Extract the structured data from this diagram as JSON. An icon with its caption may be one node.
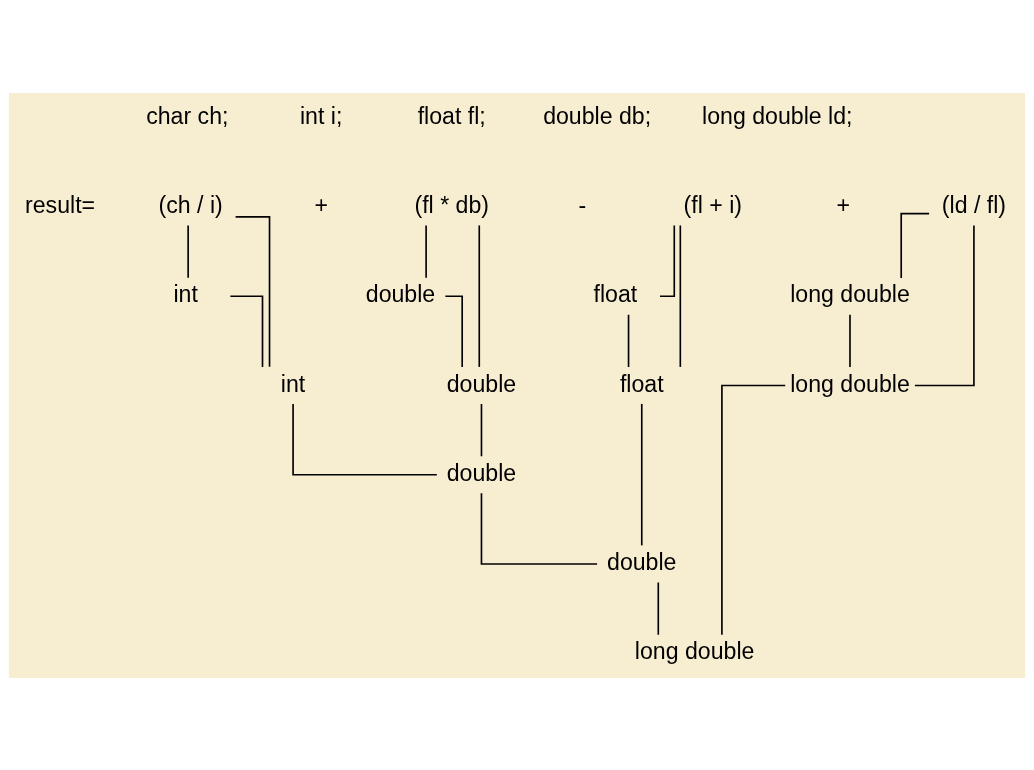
{
  "diagram": {
    "nodes": [
      {
        "text": [
          "(ch / i)"
        ]
      },
      {
        "text": [
          "(fl * db)"
        ]
      },
      {
        "text": [
          "(fl + i)"
        ]
      },
      {
        "text": [
          "(ld / fl)"
        ]
      },
      {
        "text": [
          "int"
        ]
      },
      {
        "text": [
          "double"
        ]
      },
      {
        "text": [
          "float"
        ]
      },
      {
        "text": [
          "long double"
        ]
      },
      {
        "text": [
          "int"
        ]
      },
      {
        "text": [
          "double"
        ]
      },
      {
        "text": [
          "float"
        ]
      },
      {
        "text": [
          "long double"
        ]
      },
      {
        "text": [
          "double"
        ]
      },
      {
        "text": [
          "double"
        ]
      },
      {
        "text": [
          "long double"
        ]
      }
    ],
    "edges": [
      {
        "from": 0,
        "to": 4,
        "arrow": "none"
      },
      {
        "from": 0,
        "to": 8,
        "arrow": "none"
      },
      {
        "from": 4,
        "to": 8,
        "arrow": "none"
      },
      {
        "from": 1,
        "to": 5,
        "arrow": "none"
      },
      {
        "from": 1,
        "to": 9,
        "arrow": "none"
      },
      {
        "from": 5,
        "to": 9,
        "arrow": "none"
      },
      {
        "from": 2,
        "to": 10,
        "arrow": "none"
      },
      {
        "from": 2,
        "to": 6,
        "arrow": "none"
      },
      {
        "from": 6,
        "to": 10,
        "arrow": "none"
      },
      {
        "from": 3,
        "to": 11,
        "arrow": "none"
      },
      {
        "from": 3,
        "to": 7,
        "arrow": "none"
      },
      {
        "from": 7,
        "to": 11,
        "arrow": "none"
      },
      {
        "from": 8,
        "to": 12,
        "arrow": "none"
      },
      {
        "from": 9,
        "to": 12,
        "arrow": "none"
      },
      {
        "from": 12,
        "to": 13,
        "arrow": "none"
      },
      {
        "from": 10,
        "to": 13,
        "arrow": "none"
      },
      {
        "from": 13,
        "to": 14,
        "arrow": "none"
      },
      {
        "from": 11,
        "to": 14,
        "arrow": "none"
      }
    ],
    "labels": [
      "char ch;",
      "int i;",
      "float fl;",
      "double db;",
      "long double ld;",
      "result=",
      "+",
      "-",
      "+"
    ]
  }
}
